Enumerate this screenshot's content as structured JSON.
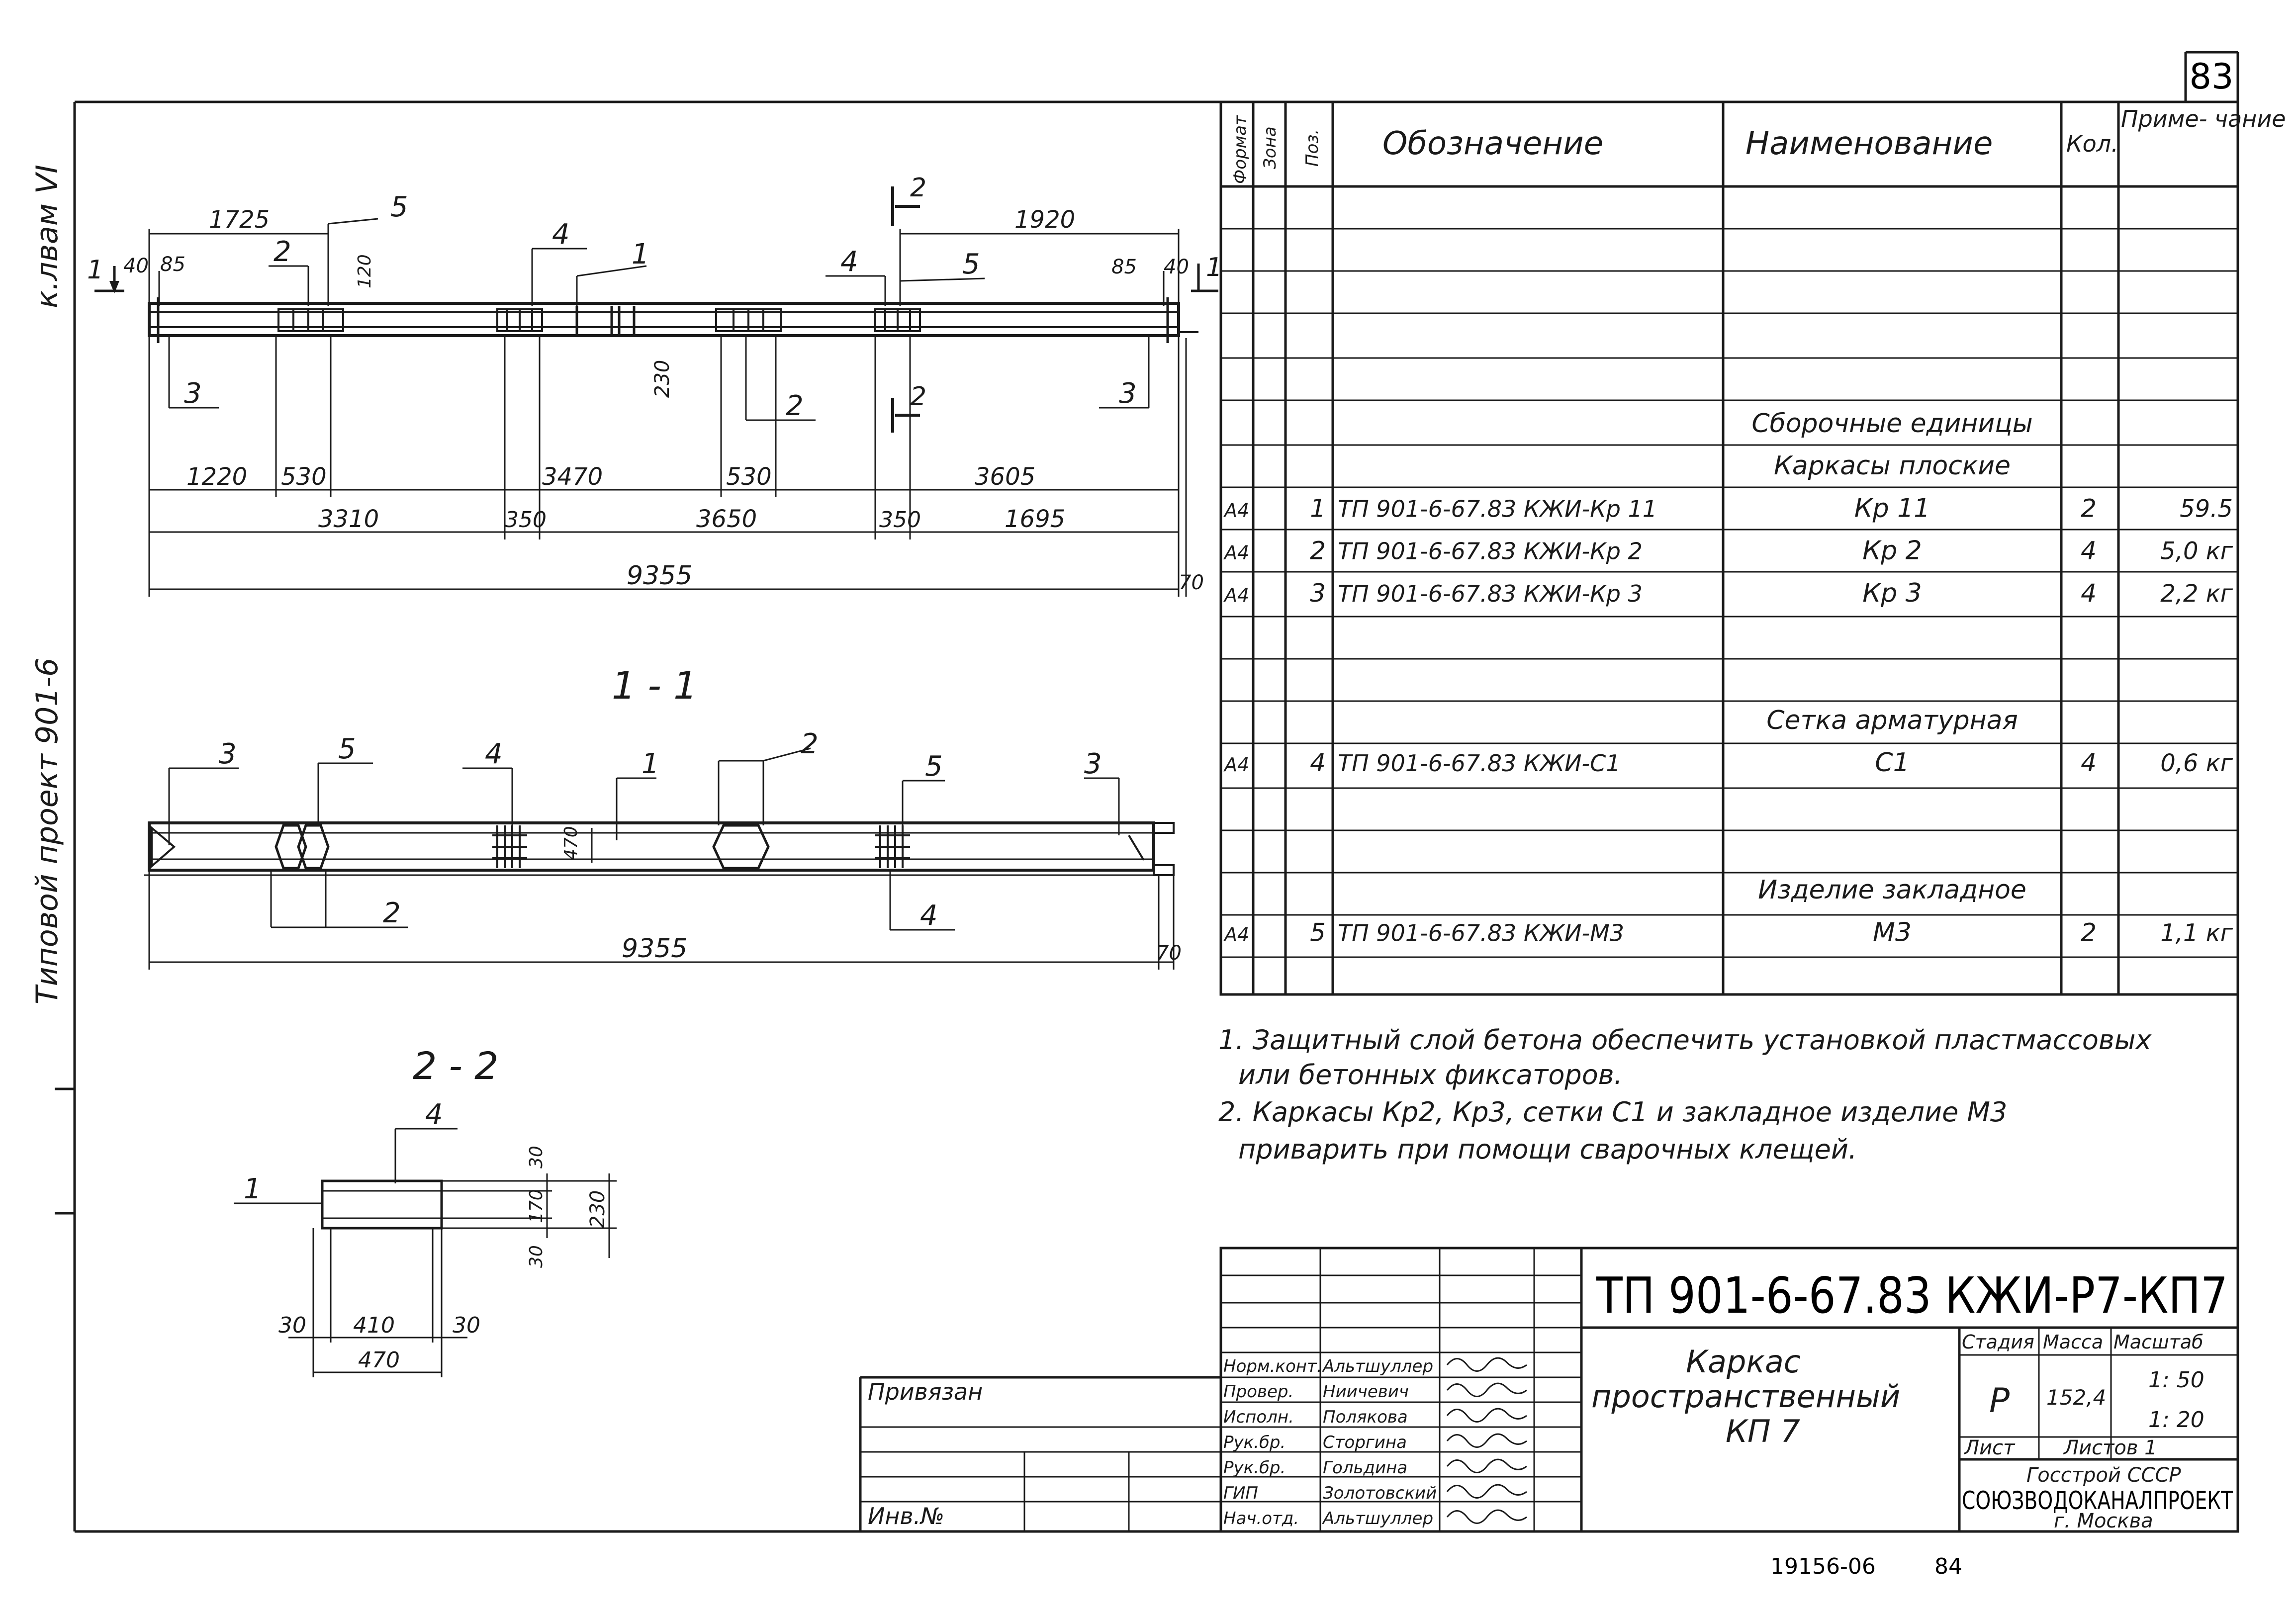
{
  "sheet_no": "83",
  "side": {
    "top": "к.лвам VI",
    "bottom": "Типовой проект 901-6"
  },
  "plan": {
    "dims_top": {
      "left": "1725",
      "right": "1920",
      "d40l": "40",
      "d85l": "85",
      "d120": "120",
      "d85r": "85",
      "d40r": "40",
      "d230": "230"
    },
    "callouts": {
      "c5a": "5",
      "c4a": "4",
      "c1": "1",
      "c4b": "4",
      "c5b": "5",
      "c2a": "2",
      "c3l": "3",
      "c2b": "2",
      "c3r": "3"
    },
    "section_marks": {
      "s1l": "1",
      "s1r": "1",
      "s2t": "2",
      "s2b": "2"
    },
    "dim_row1": [
      "1220",
      "530",
      "3470",
      "530",
      "3605"
    ],
    "dim_row2": [
      "3310",
      "350",
      "3650",
      "350",
      "1695"
    ],
    "dim_total": "9355",
    "dim_70": "70"
  },
  "section11": {
    "title": "1 - 1",
    "callouts": {
      "c3l": "3",
      "c5l": "5",
      "c4l": "4",
      "c1": "1",
      "c2t": "2",
      "c5r": "5",
      "c3r": "3",
      "c2b": "2",
      "c4b": "4"
    },
    "d470": "470",
    "total": "9355",
    "d70": "70"
  },
  "section22": {
    "title": "2 - 2",
    "c4": "4",
    "c1": "1",
    "dims": {
      "d30t": "30",
      "d170": "170",
      "d230": "230",
      "d30b": "30",
      "b30l": "30",
      "b410": "410",
      "b30r": "30",
      "b470": "470"
    }
  },
  "spec": {
    "headers": {
      "format": "Формат",
      "zone": "Зона",
      "pos": "Поз.",
      "designation": "Обозначение",
      "name": "Наименование",
      "qty": "Кол.",
      "note": "Приме- чание"
    },
    "rows": [
      {
        "fmt": "",
        "zone": "",
        "pos": "",
        "des": "",
        "name": "",
        "qty": "",
        "note": ""
      },
      {
        "fmt": "",
        "zone": "",
        "pos": "",
        "des": "",
        "name": "",
        "qty": "",
        "note": ""
      },
      {
        "fmt": "",
        "zone": "",
        "pos": "",
        "des": "",
        "name": "",
        "qty": "",
        "note": ""
      },
      {
        "fmt": "",
        "zone": "",
        "pos": "",
        "des": "",
        "name": "",
        "qty": "",
        "note": ""
      },
      {
        "fmt": "",
        "zone": "",
        "pos": "",
        "des": "",
        "name": "",
        "qty": "",
        "note": ""
      },
      {
        "fmt": "",
        "zone": "",
        "pos": "",
        "des": "",
        "name": "Сборочные единицы",
        "qty": "",
        "note": ""
      },
      {
        "fmt": "",
        "zone": "",
        "pos": "",
        "des": "",
        "name": "Каркасы плоские",
        "qty": "",
        "note": ""
      },
      {
        "fmt": "А4",
        "zone": "",
        "pos": "1",
        "des": "ТП 901-6-67.83 КЖИ-Кр 11",
        "name": "Кр 11",
        "qty": "2",
        "note": "59.5"
      },
      {
        "fmt": "А4",
        "zone": "",
        "pos": "2",
        "des": "ТП 901-6-67.83 КЖИ-Кр 2",
        "name": "Кр 2",
        "qty": "4",
        "note": "5,0 кг"
      },
      {
        "fmt": "А4",
        "zone": "",
        "pos": "3",
        "des": "ТП 901-6-67.83 КЖИ-Кр 3",
        "name": "Кр 3",
        "qty": "4",
        "note": "2,2 кг"
      },
      {
        "fmt": "",
        "zone": "",
        "pos": "",
        "des": "",
        "name": "",
        "qty": "",
        "note": ""
      },
      {
        "fmt": "",
        "zone": "",
        "pos": "",
        "des": "",
        "name": "",
        "qty": "",
        "note": ""
      },
      {
        "fmt": "",
        "zone": "",
        "pos": "",
        "des": "",
        "name": "Сетка арматурная",
        "qty": "",
        "note": ""
      },
      {
        "fmt": "А4",
        "zone": "",
        "pos": "4",
        "des": "ТП 901-6-67.83 КЖИ-С1",
        "name": "С1",
        "qty": "4",
        "note": "0,6 кг"
      },
      {
        "fmt": "",
        "zone": "",
        "pos": "",
        "des": "",
        "name": "",
        "qty": "",
        "note": ""
      },
      {
        "fmt": "",
        "zone": "",
        "pos": "",
        "des": "",
        "name": "",
        "qty": "",
        "note": ""
      },
      {
        "fmt": "",
        "zone": "",
        "pos": "",
        "des": "",
        "name": "Изделие закладное",
        "qty": "",
        "note": ""
      },
      {
        "fmt": "А4",
        "zone": "",
        "pos": "5",
        "des": "ТП 901-6-67.83 КЖИ-М3",
        "name": "М3",
        "qty": "2",
        "note": "1,1 кг"
      },
      {
        "fmt": "",
        "zone": "",
        "pos": "",
        "des": "",
        "name": "",
        "qty": "",
        "note": ""
      }
    ]
  },
  "notes": [
    "1. Защитный слой бетона обеспечить установкой пластмассовых",
    "или бетонных фиксаторов.",
    "2. Каркасы Кр2, Кр3, сетки С1 и закладное изделие М3",
    "приварить при помощи сварочных клещей."
  ],
  "title_block": {
    "code": "ТП 901-6-67.83 КЖИ-Р7-КП7",
    "name_lines": [
      "Каркас",
      "пространственный",
      "КП 7"
    ],
    "stage_label": "Стадия",
    "mass_label": "Масса",
    "scale_label": "Масштаб",
    "stage": "Р",
    "mass": "152,4",
    "scale1": "1: 50",
    "scale2": "1: 20",
    "sheet_label": "Лист",
    "sheets_label": "Листов 1",
    "org1": "Госстрой СССР",
    "org2": "СОЮЗВОДОКАНАЛПРОЕКТ",
    "org3": "г. Москва",
    "signers": [
      {
        "role": "Норм.конт.",
        "name": "Альтшуллер"
      },
      {
        "role": "Провер.",
        "name": "Ниичевич"
      },
      {
        "role": "Исполн.",
        "name": "Полякова"
      },
      {
        "role": "Рук.бр.",
        "name": "Сторгина"
      },
      {
        "role": "Рук.бр.",
        "name": "Гольдина"
      },
      {
        "role": "ГИП",
        "name": "Золотовский"
      },
      {
        "role": "Нач.отд.",
        "name": "Альтшуллер"
      }
    ],
    "bound": "Привязан",
    "inv": "Инв.№"
  },
  "footer": {
    "code": "19156-06",
    "page": "84"
  }
}
